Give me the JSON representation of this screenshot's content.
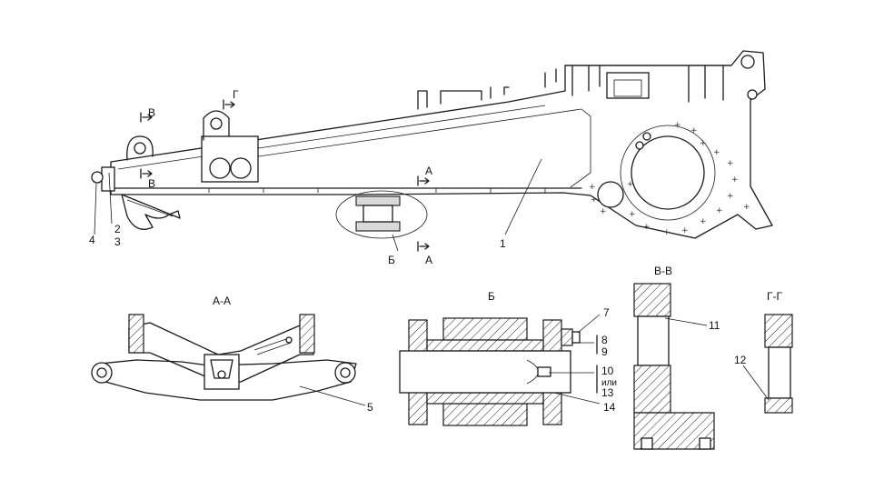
{
  "views": {
    "main": {
      "labels": {
        "p1": "1",
        "p2": "2",
        "p3": "3",
        "p4": "4"
      }
    },
    "section_aa": {
      "title": "А-А",
      "labels": {
        "p5": "5"
      }
    },
    "detail_b": {
      "title": "Б",
      "labels": {
        "p7": "7",
        "p8": "8",
        "p9": "9",
        "p10": "10",
        "ili": "или",
        "p13": "13",
        "p14": "14"
      }
    },
    "section_vv": {
      "title": "В-В",
      "labels": {
        "p11": "11"
      }
    },
    "section_gg": {
      "title": "Г-Г",
      "labels": {
        "p12": "12"
      }
    }
  },
  "section_markers": {
    "a_top": "А",
    "a_bottom": "А",
    "b_callout": "Б",
    "v_top": "В",
    "v_bottom": "В",
    "g_top": "Г"
  }
}
